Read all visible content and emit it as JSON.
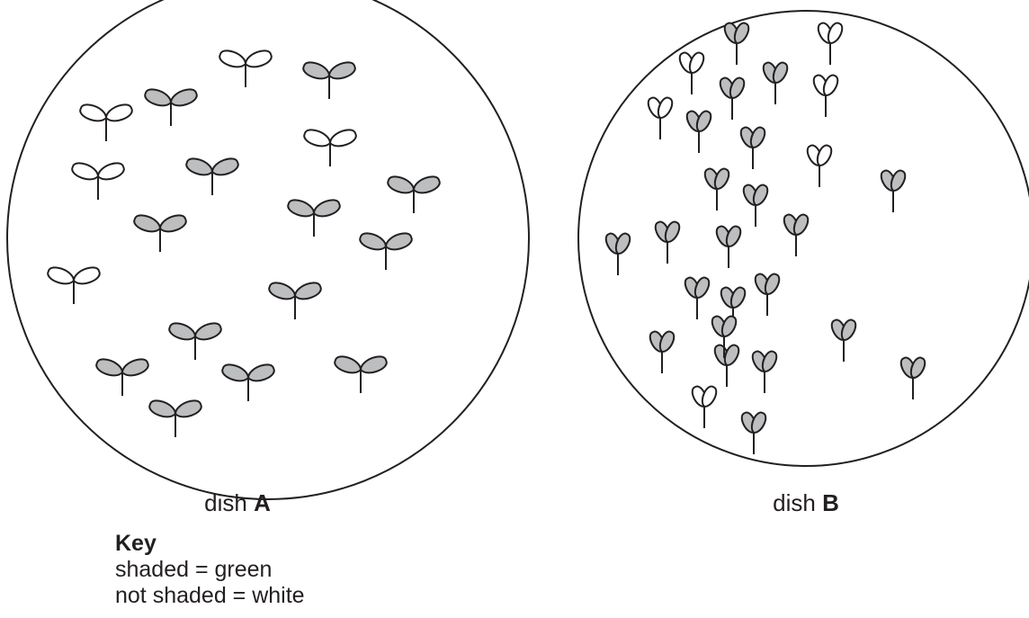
{
  "colors": {
    "shaded": "#bcbec0",
    "not_shaded": "#ffffff",
    "outline": "#231f20"
  },
  "dishes": [
    {
      "label_prefix": "dish ",
      "label_letter": "A",
      "seedlings": [
        {
          "shaded": false
        },
        {
          "shaded": true
        },
        {
          "shaded": false
        },
        {
          "shaded": true
        },
        {
          "shaded": false
        },
        {
          "shaded": false
        },
        {
          "shaded": true
        },
        {
          "shaded": true
        },
        {
          "shaded": true
        },
        {
          "shaded": true
        },
        {
          "shaded": true
        },
        {
          "shaded": false
        },
        {
          "shaded": true
        },
        {
          "shaded": true
        },
        {
          "shaded": true
        },
        {
          "shaded": true
        },
        {
          "shaded": true
        },
        {
          "shaded": true
        }
      ]
    },
    {
      "label_prefix": "dish ",
      "label_letter": "B",
      "seedlings": [
        {
          "shaded": true
        },
        {
          "shaded": false
        },
        {
          "shaded": false
        },
        {
          "shaded": true
        },
        {
          "shaded": true
        },
        {
          "shaded": false
        },
        {
          "shaded": false
        },
        {
          "shaded": true
        },
        {
          "shaded": true
        },
        {
          "shaded": false
        },
        {
          "shaded": true
        },
        {
          "shaded": true
        },
        {
          "shaded": true
        },
        {
          "shaded": true
        },
        {
          "shaded": true
        },
        {
          "shaded": true
        },
        {
          "shaded": true
        },
        {
          "shaded": true
        },
        {
          "shaded": true
        },
        {
          "shaded": true
        },
        {
          "shaded": true
        },
        {
          "shaded": true
        },
        {
          "shaded": true
        },
        {
          "shaded": true
        },
        {
          "shaded": true
        },
        {
          "shaded": true
        },
        {
          "shaded": false
        },
        {
          "shaded": true
        }
      ]
    }
  ],
  "key": {
    "title": "Key",
    "lines": [
      "shaded = green",
      "not shaded = white"
    ]
  }
}
